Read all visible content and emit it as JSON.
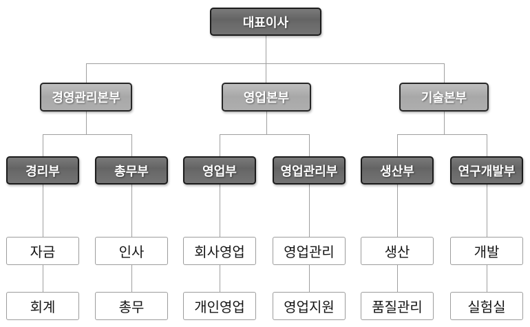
{
  "org_chart": {
    "type": "organization-chart",
    "root": {
      "label": "대표이사"
    },
    "divisions": [
      {
        "label": "경영관리본부",
        "departments": [
          {
            "label": "경리부",
            "teams": [
              "자금",
              "회계"
            ]
          },
          {
            "label": "총무부",
            "teams": [
              "인사",
              "총무"
            ]
          }
        ]
      },
      {
        "label": "영업본부",
        "departments": [
          {
            "label": "영업부",
            "teams": [
              "회사영업",
              "개인영업"
            ]
          },
          {
            "label": "영업관리부",
            "teams": [
              "영업관리",
              "영업지원"
            ]
          }
        ]
      },
      {
        "label": "기술본부",
        "departments": [
          {
            "label": "생산부",
            "teams": [
              "생산",
              "품질관리"
            ]
          },
          {
            "label": "연구개발부",
            "teams": [
              "개발",
              "실험실"
            ]
          }
        ]
      }
    ],
    "colors": {
      "dark_box": "#696969",
      "light_box": "#ababab",
      "white_box": "#ffffff",
      "dark_border": "#1b1b1b",
      "white_box_border": "#9b9b9b",
      "connector_line": "#9e9e9e",
      "background": "#ffffff"
    }
  }
}
